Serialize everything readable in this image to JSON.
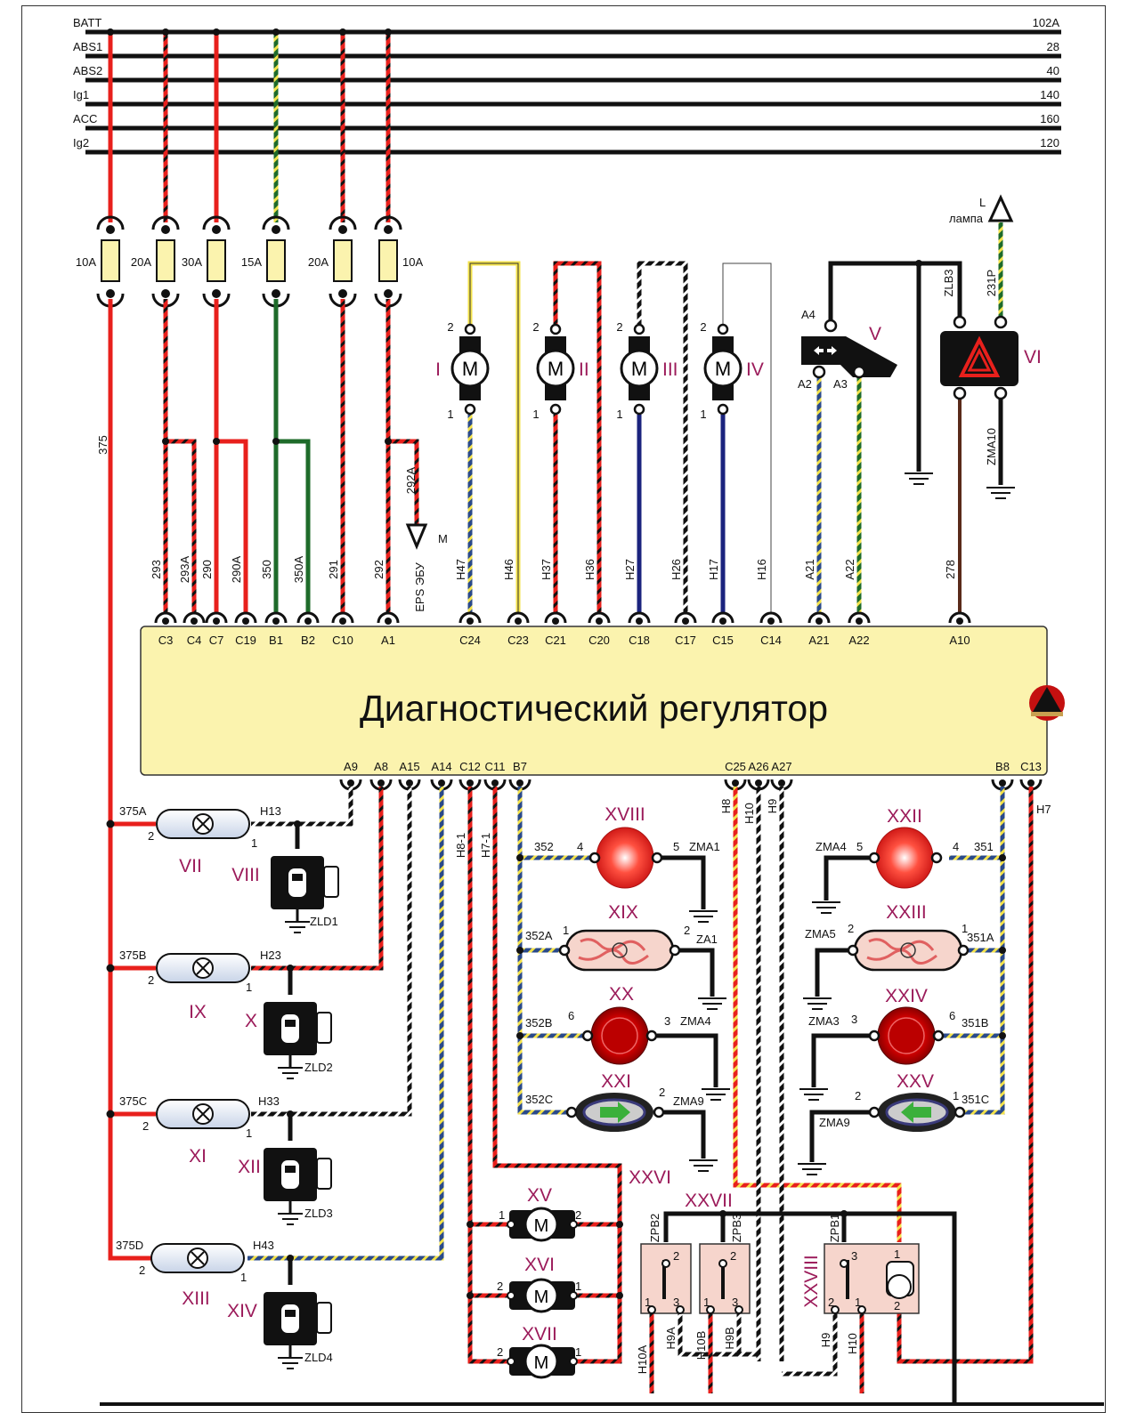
{
  "title": "Диагностический регулятор",
  "buses": [
    {
      "left": "BATT",
      "right": "102A"
    },
    {
      "left": "ABS1",
      "right": "28"
    },
    {
      "left": "ABS2",
      "right": "40"
    },
    {
      "left": "Ig1",
      "right": "140"
    },
    {
      "left": "ACC",
      "right": "160"
    },
    {
      "left": "Ig2",
      "right": "120"
    }
  ],
  "fuses": [
    "10A",
    "20A",
    "30A",
    "15A",
    "20A",
    "10A"
  ],
  "top_pins": [
    "C3",
    "C4",
    "C7",
    "C19",
    "B1",
    "B2",
    "C10",
    "A1",
    "C24",
    "C23",
    "C21",
    "C20",
    "C18",
    "C17",
    "C15",
    "C14",
    "A21",
    "A22",
    "A10"
  ],
  "top_wires": [
    "293",
    "293A",
    "290",
    "290A",
    "350",
    "350A",
    "291",
    "292",
    "H47",
    "H46",
    "H37",
    "H36",
    "H27",
    "H26",
    "H17",
    "H16",
    "A21",
    "A22",
    "278"
  ],
  "bottom_pins": [
    "A9",
    "A8",
    "A15",
    "A14",
    "C12",
    "C11",
    "B7",
    "C25",
    "A26",
    "A27",
    "B8",
    "C13"
  ],
  "labels": {
    "w375": "375",
    "w292A": "292A",
    "m_arrow": "M",
    "eps": "EPS ЭБУ",
    "lamp_l": "L",
    "lamp": "лампа",
    "zlb3": "ZLB3",
    "w231p": "231P",
    "zma10": "ZMA10",
    "a4": "A4",
    "a2": "A2",
    "a3": "A3",
    "w375A": "375A",
    "w375B": "375B",
    "w375C": "375C",
    "w375D": "375D",
    "h13": "H13",
    "h23": "H23",
    "h33": "H33",
    "h43": "H43",
    "zld1": "ZLD1",
    "zld2": "ZLD2",
    "zld3": "ZLD3",
    "zld4": "ZLD4",
    "h8_1": "H8-1",
    "h7_1": "H7-1",
    "h8": "H8",
    "h10": "H10",
    "h9": "H9",
    "h7": "H7",
    "w352": "352",
    "w352A": "352A",
    "w352B": "352B",
    "w352C": "352C",
    "w351": "351",
    "w351A": "351A",
    "w351B": "351B",
    "w351C": "351C",
    "zma1": "ZMA1",
    "za1": "ZA1",
    "zma4a": "ZMA4",
    "zma9a": "ZMA9",
    "zma4b": "ZMA4",
    "zma5": "ZMA5",
    "zma3": "ZMA3",
    "zma9b": "ZMA9",
    "zpb2": "ZPB2",
    "zpb3": "ZPB3",
    "zpb1": "ZPB1",
    "h10a": "H10A",
    "h9a": "H9A",
    "h10b": "H10B",
    "h9b": "H9B",
    "h9r": "H9",
    "h10r": "H10",
    "n1": "1",
    "n2": "2",
    "n3": "3",
    "n4": "4",
    "n5": "5",
    "n6": "6"
  },
  "components": {
    "I": "I",
    "II": "II",
    "III": "III",
    "IV": "IV",
    "V": "V",
    "VI": "VI",
    "VII": "VII",
    "VIII": "VIII",
    "IX": "IX",
    "X": "X",
    "XI": "XI",
    "XII": "XII",
    "XIII": "XIII",
    "XIV": "XIV",
    "XV": "XV",
    "XVI": "XVI",
    "XVII": "XVII",
    "XVIII": "XVIII",
    "XIX": "XIX",
    "XX": "XX",
    "XXI": "XXI",
    "XXII": "XXII",
    "XXIII": "XXIII",
    "XXIV": "XXIV",
    "XXV": "XXV",
    "XXVI": "XXVI",
    "XXVII": "XXVII",
    "XXVIII": "XXVIII"
  },
  "motor_letter": "M",
  "colors": {
    "red": "#e8201c",
    "green": "#1e6b2a",
    "black": "#111111",
    "yellow": "#f3e24a",
    "blue": "#1a237e",
    "box": "#fbf3ae",
    "pink": "#f6d5cc",
    "accent": "#9b1b5a"
  }
}
